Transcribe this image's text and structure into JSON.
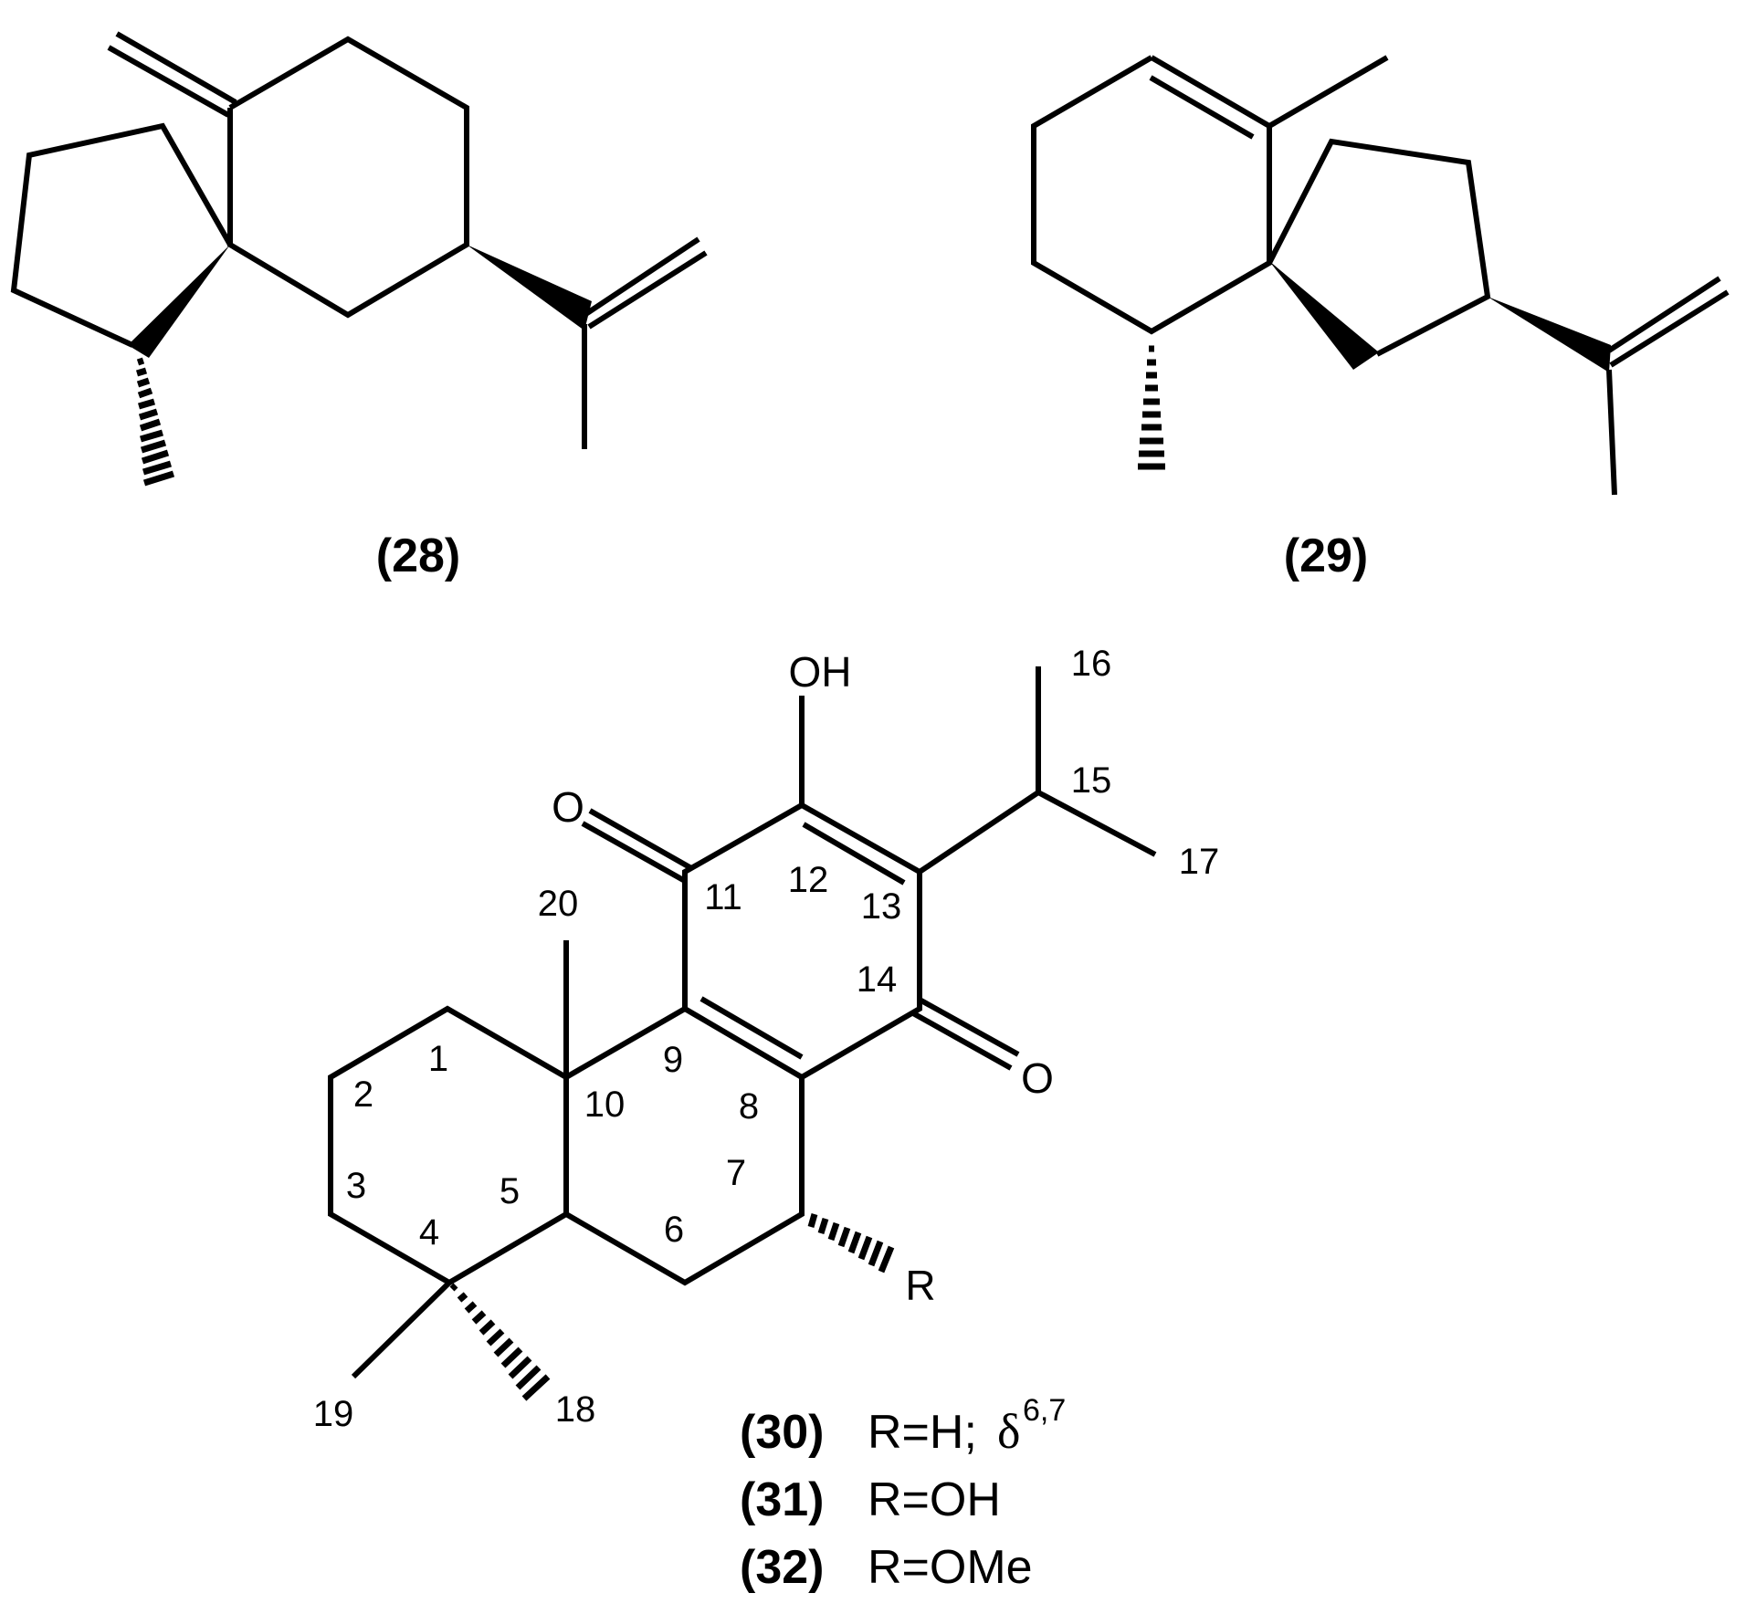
{
  "compounds": {
    "c28": {
      "caption": "(28)"
    },
    "c29": {
      "caption": "(29)"
    },
    "c30_32": {
      "atoms": {
        "oh_top": "OH",
        "o_left": "O",
        "o_right": "O",
        "r_sub": "R"
      },
      "numbering": {
        "n1": "1",
        "n2": "2",
        "n3": "3",
        "n4": "4",
        "n5": "5",
        "n6": "6",
        "n7": "7",
        "n8": "8",
        "n9": "9",
        "n10": "10",
        "n11": "11",
        "n12": "12",
        "n13": "13",
        "n14": "14",
        "n15": "15",
        "n16": "16",
        "n17": "17",
        "n18": "18",
        "n19": "19",
        "n20": "20"
      },
      "legend": [
        {
          "id": "(30)",
          "text": "R=H; ",
          "delta": "δ",
          "superscript": "6,7"
        },
        {
          "id": "(31)",
          "text": "R=OH"
        },
        {
          "id": "(32)",
          "text": "R=OMe"
        }
      ]
    }
  },
  "colors": {
    "ink": "#000000",
    "background": "#ffffff"
  }
}
